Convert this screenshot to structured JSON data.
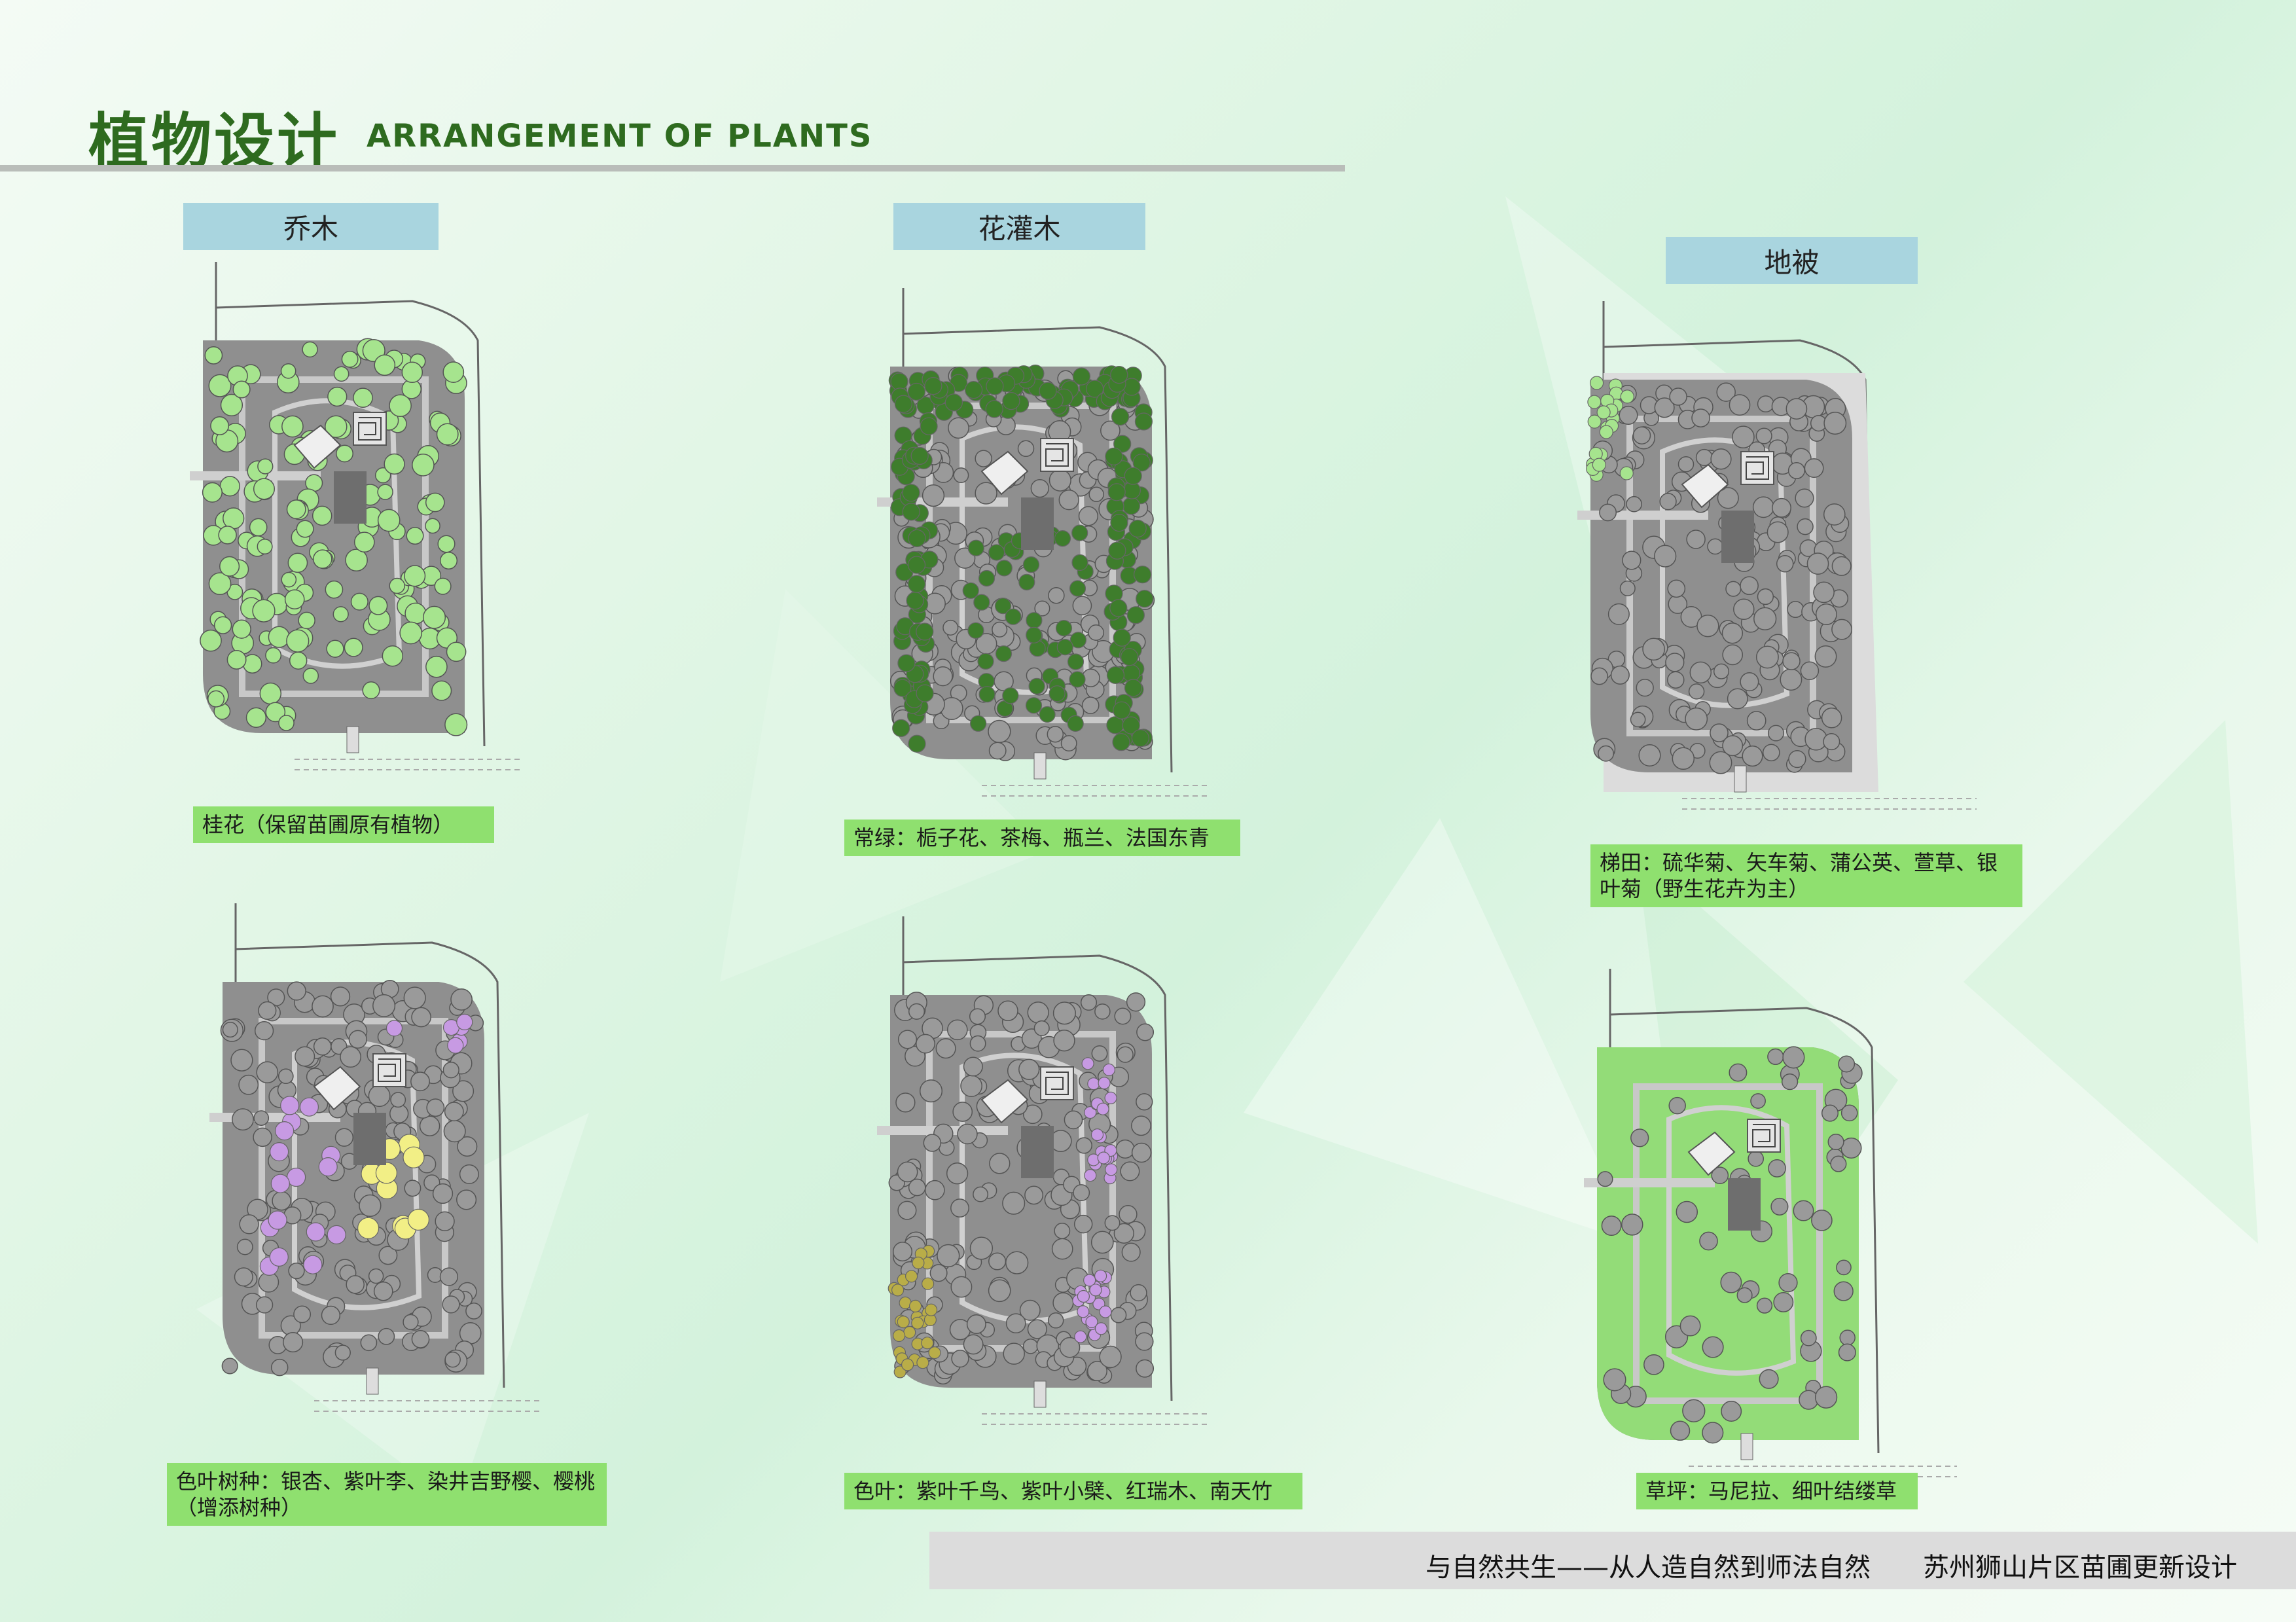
{
  "header": {
    "title_zh": "植物设计",
    "title_en": "ARRANGEMENT OF PLANTS"
  },
  "categories": {
    "trees": "乔木",
    "shrubs": "花灌木",
    "ground_cover": "地被"
  },
  "captions": {
    "osmanthus": "桂花（保留苗圃原有植物）",
    "evergreen": "常绿：栀子花、茶梅、瓶兰、法国东青",
    "terrace": "梯田：硫华菊、矢车菊、蒲公英、萱草、银叶菊（野生花卉为主）",
    "colored_trees": "色叶树种：银杏、紫叶李、染井吉野樱、樱桃（增添树种）",
    "colored_leaves": "色叶：紫叶千鸟、紫叶小檗、红瑞木、南天竹",
    "lawn": "草坪：马尼拉、细叶结缕草"
  },
  "footer": {
    "text": "与自然共生——从人造自然到师法自然　　苏州狮山片区苗圃更新设计"
  },
  "colors": {
    "title_green": "#2e6b1f",
    "category_bg": "#a9d5df",
    "caption_bg": "#8fe06f",
    "light_tree": "#a6e48e",
    "evergreen_shrub": "#3e7d2c",
    "purple_tree": "#c79ae3",
    "yellow_tree": "#f2ef86",
    "olive_shrub": "#b9ad48",
    "lawn": "#93dc78",
    "grey_tree": "#9a9a9a"
  }
}
